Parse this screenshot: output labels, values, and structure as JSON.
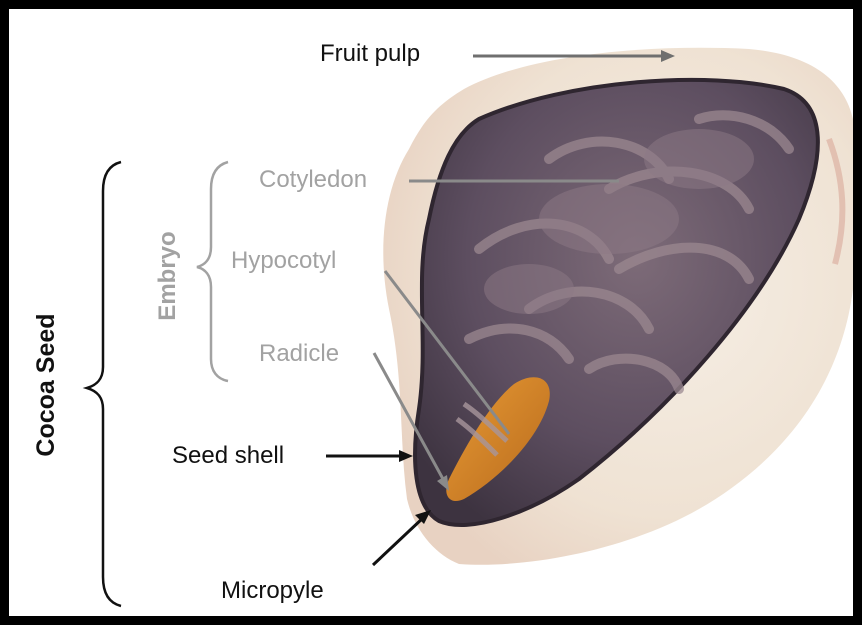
{
  "labels": {
    "fruit_pulp": "Fruit pulp",
    "cotyledon": "Cotyledon",
    "hypocotyl": "Hypocotyl",
    "radicle": "Radicle",
    "embryo": "Embryo",
    "seed_shell": "Seed shell",
    "micropyle": "Micropyle",
    "cocoa_seed": "Cocoa Seed"
  },
  "colors": {
    "label_dark": "#111111",
    "label_grey": "#a2a2a2",
    "pointer_grey": "#8a8a8a",
    "fruit_pulp": "#f1e7dd",
    "seed_interior": "#5e4f63",
    "radicle_orange": "#d9892a"
  }
}
